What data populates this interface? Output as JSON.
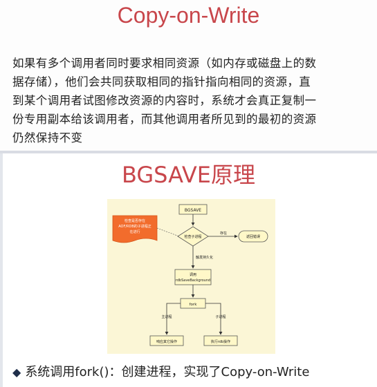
{
  "slide1": {
    "title": "Copy-on-Write",
    "lines": [
      "如果有多个调用者同时要求相同资源（如内存或磁盘上的数",
      "据存储），他们会共同获取相同的指针指向相同的资源，直",
      "到某个调用者试图修改资源的内容时，系统才会真正复制一",
      "份专用副本给该调用者，而其他调用者所见到的最初的资源",
      "仍然保持不变"
    ]
  },
  "slide2": {
    "title": "BGSAVE原理",
    "bullet": "系统调用fork()：创建进程，实现了Copy-on-Write"
  },
  "flowchart": {
    "start": "BGSAVE",
    "decision": "检查子进程",
    "note": [
      "检查是否存在",
      "AOF/RDB的子进程正",
      "在进行"
    ],
    "exists_label": "存在",
    "error": "返回错误",
    "trigger_label": "触发持久化",
    "call": [
      "调用",
      "rdbSaveBackground"
    ],
    "fork": "fork",
    "main_label": "主进程",
    "child_label": "子进程",
    "main_action": "响应其它操作",
    "child_action": "执行rdb操作"
  },
  "colors": {
    "title": "#c8464b",
    "flow_bg": "#fbf6d6",
    "note": "#f26c2c",
    "box": "#fff8c8"
  }
}
